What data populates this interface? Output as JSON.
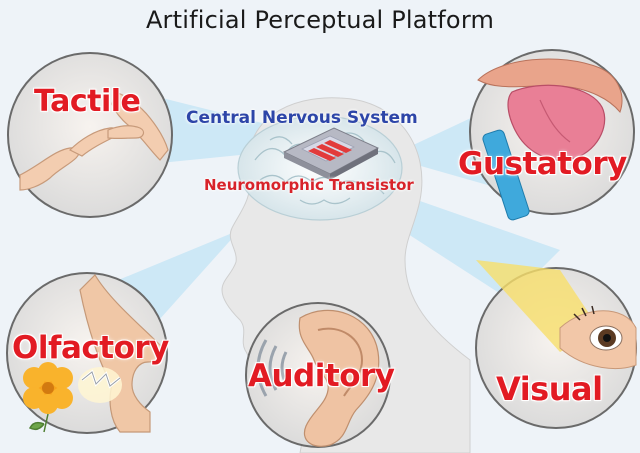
{
  "title": "Artificial Perceptual Platform",
  "center": {
    "system_label": "Central Nervous System",
    "device_label": "Neuromorphic Transistor"
  },
  "senses": {
    "tactile": "Tactile",
    "gustatory": "Gustatory",
    "olfactory": "Olfactory",
    "auditory": "Auditory",
    "visual": "Visual"
  },
  "colors": {
    "background": "#eef3f8",
    "beam": "#bfe3f5",
    "label_red": "#e21b23",
    "label_blue": "#2d45a8",
    "circle_border": "#6a6a6a",
    "skin": "#f3cdb0"
  }
}
